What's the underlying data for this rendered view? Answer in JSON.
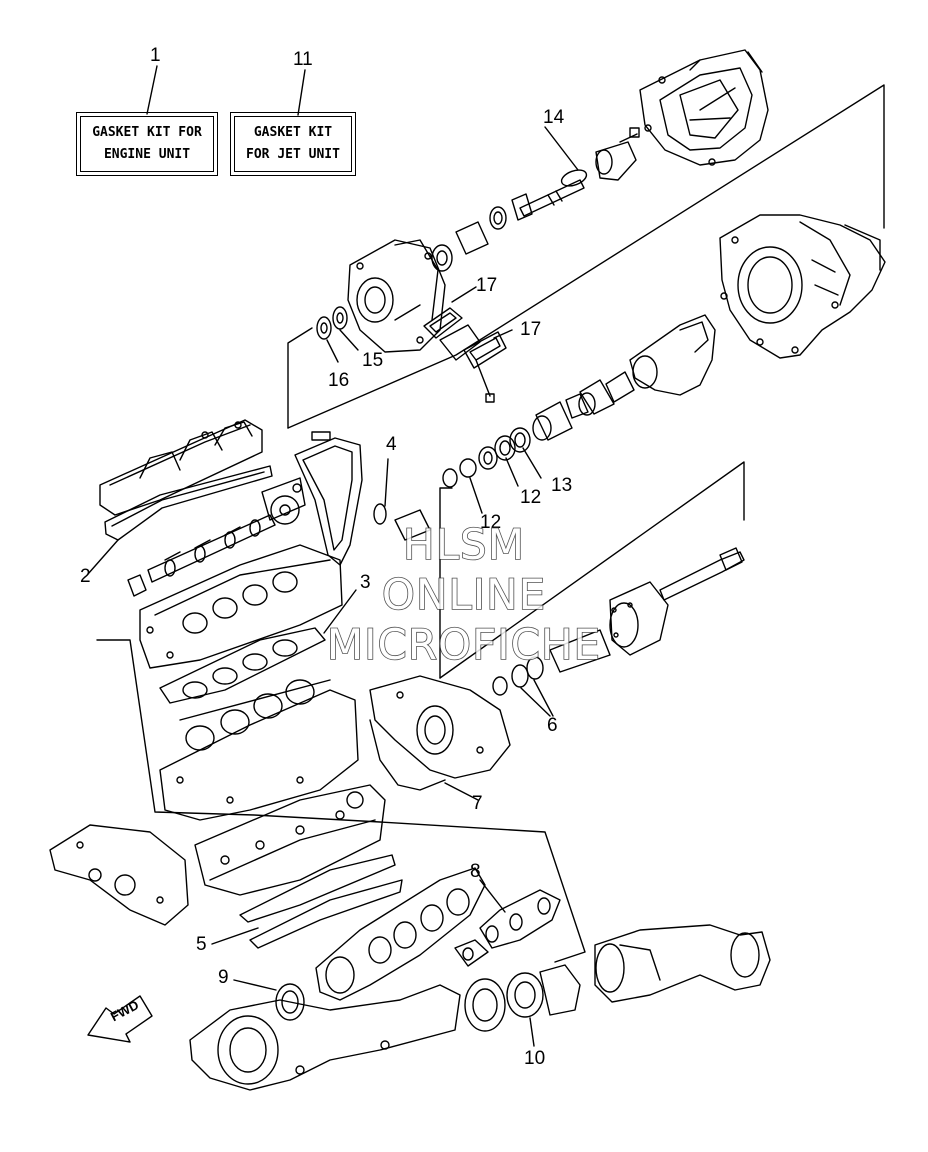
{
  "kits": [
    {
      "number": "1",
      "line1": "GASKET KIT FOR",
      "line2": "ENGINE UNIT"
    },
    {
      "number": "11",
      "line1": "GASKET KIT",
      "line2": "FOR JET UNIT"
    }
  ],
  "callouts": {
    "c14": "14",
    "c17a": "17",
    "c17b": "17",
    "c15": "15",
    "c16": "16",
    "c4": "4",
    "c13": "13",
    "c12a": "12",
    "c12b": "12",
    "c2": "2",
    "c3": "3",
    "c6": "6",
    "c7": "7",
    "c8": "8",
    "c5": "5",
    "c9": "9",
    "c10": "10"
  },
  "watermark": {
    "line1": "HLSM",
    "line2": "ONLINE",
    "line3": "MICROFICHE"
  },
  "fwd_label": "FWD",
  "colors": {
    "line": "#000000",
    "watermark_stroke": "#333333",
    "background": "#ffffff"
  }
}
